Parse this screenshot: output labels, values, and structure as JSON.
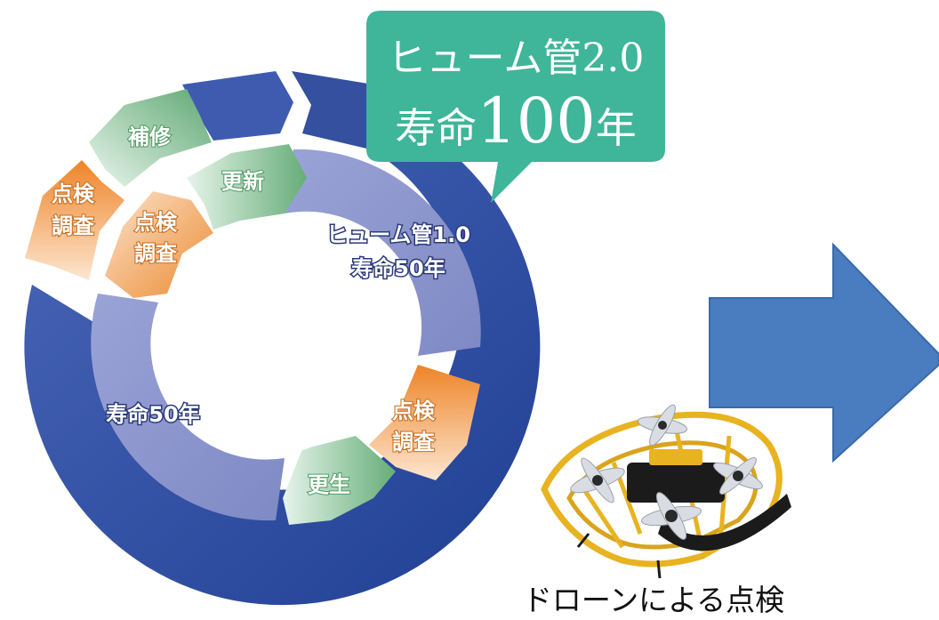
{
  "callout": {
    "line1": "ヒューム管2.0",
    "line2_prefix": "寿命",
    "line2_number": "100",
    "line2_suffix": "年"
  },
  "inner_ring": {
    "title_line1": "ヒューム管1.0",
    "title_line2": "寿命50年",
    "lifespan_label": "寿命50年",
    "renew_label": "更新",
    "rehab_label": "更生",
    "inspect_top": [
      "点検",
      "調査"
    ],
    "inspect_right": [
      "点検",
      "調査"
    ]
  },
  "outer_ring": {
    "repair_label": "補修",
    "inspect_left": [
      "点検",
      "調査"
    ]
  },
  "drone": {
    "caption": "ドローンによる点検"
  },
  "colors": {
    "outer_ring_blue": "#2e4c9e",
    "inner_ring_lavender": "#8e97cc",
    "green_chevron": "#6fb27e",
    "orange_chevron": "#ef8b34",
    "callout_teal": "#3fb59a",
    "big_arrow": "#4a7cc0",
    "drone_frame": "#e8b321"
  }
}
